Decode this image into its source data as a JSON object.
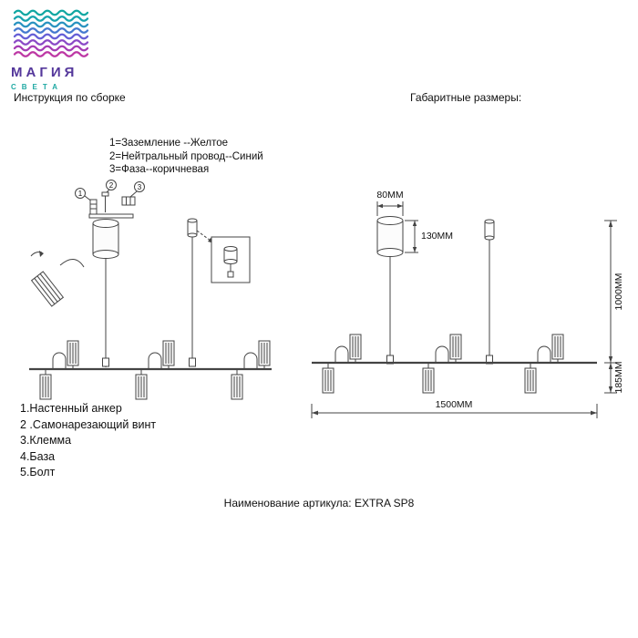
{
  "logo": {
    "title": "МАГИЯ",
    "subtitle": "СВЕТА"
  },
  "sections": {
    "assembly": "Инструкция по сборке",
    "dimensions": "Габаритные размеры:"
  },
  "wire_legend": [
    "1=Заземление --Желтое",
    "2=Нейтральный провод--Синий",
    "3=Фаза--коричневая"
  ],
  "diagram": {
    "callouts": [
      "1",
      "2",
      "3"
    ]
  },
  "dimensions": {
    "canopy_diameter": "80MM",
    "canopy_height": "130MM",
    "suspension_height": "1000MM",
    "fixture_height": "185MM",
    "fixture_width": "1500MM"
  },
  "parts_list": [
    "1.Настенный анкер",
    "2 .Самонарезающий винт",
    "3.Клемма",
    "4.База",
    "5.Болт"
  ],
  "footer": {
    "article_label": "Наименование артикула: EXTRA SP8"
  }
}
